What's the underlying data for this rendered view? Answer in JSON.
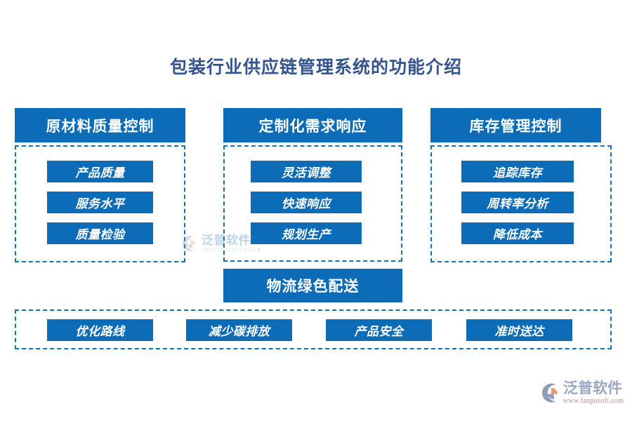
{
  "page": {
    "title": "包装行业供应链管理系统的功能介绍",
    "title_color": "#33548f",
    "accent_color": "#0d6cb8",
    "dashed_border_color": "#1272b8",
    "background": "#ffffff"
  },
  "columns": [
    {
      "header": "原材料质量控制",
      "items": [
        "产品质量",
        "服务水平",
        "质量检验"
      ]
    },
    {
      "header": "定制化需求响应",
      "items": [
        "灵活调整",
        "快速响应",
        "规划生产"
      ]
    },
    {
      "header": "库存管理控制",
      "items": [
        "追踪库存",
        "周转率分析",
        "降低成本"
      ]
    }
  ],
  "bottom_section": {
    "header": "物流绿色配送",
    "items": [
      "优化路线",
      "减少碳排放",
      "产品安全",
      "准时送达"
    ]
  },
  "watermark": {
    "icon": "fanpu-logo-icon",
    "name_cn": "泛普软件",
    "name_en": "FANPU SOFTWARE"
  },
  "brand_logo": {
    "icon": "fanpu-logo-icon",
    "name_cn": "泛普软件",
    "website": "www.fanpusoft.com"
  }
}
